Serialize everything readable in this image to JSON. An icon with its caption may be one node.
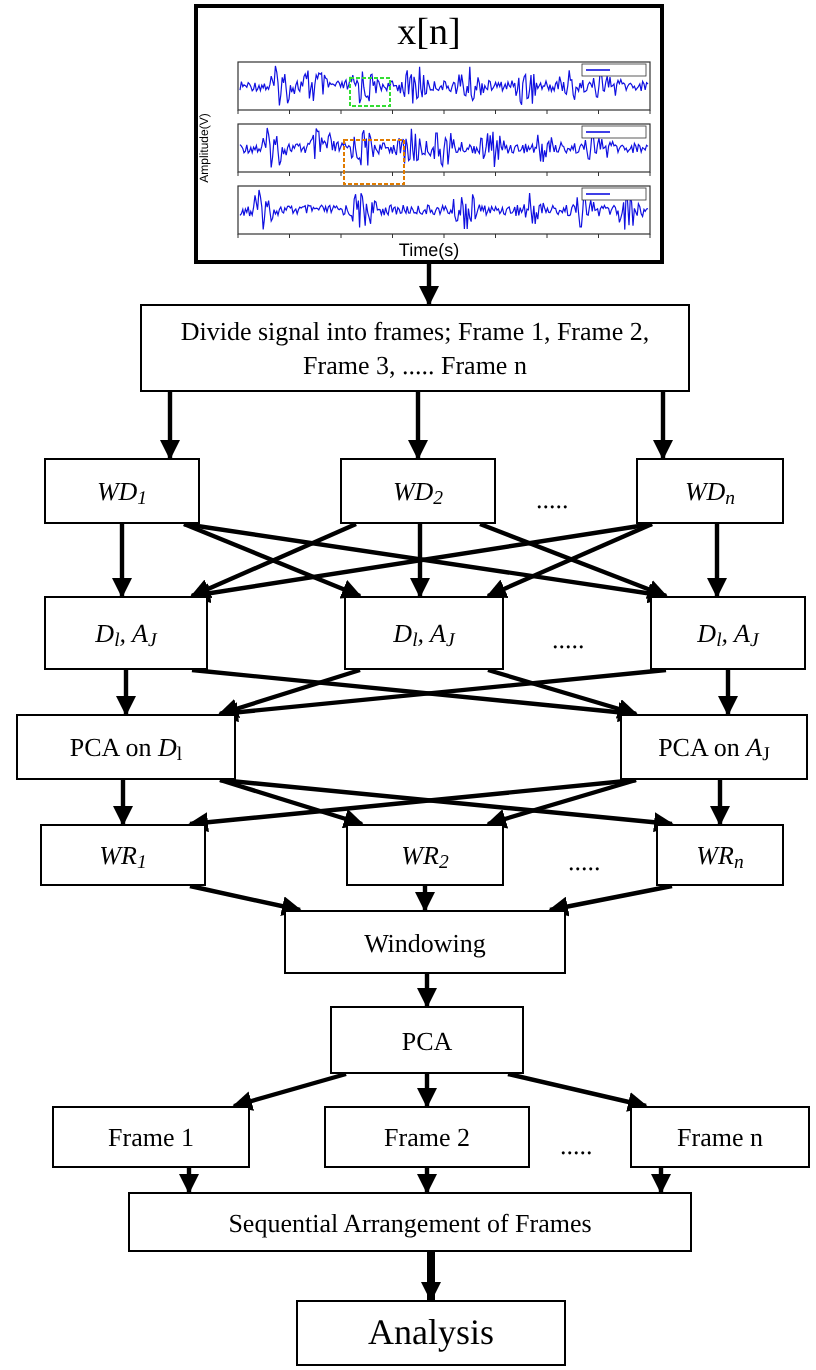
{
  "diagram": {
    "nodes": [
      {
        "text": [
          "x[n]"
        ]
      },
      {
        "text": [
          "Divide signal into frames; Frame 1, Frame 2, Frame 3, ..... Frame n"
        ]
      },
      {
        "text": [
          "WD$_{1}$"
        ]
      },
      {
        "text": [
          "WD$_{2}$"
        ]
      },
      {
        "text": [
          "WD$_{n}$"
        ]
      },
      {
        "text": [
          "D$_{l}$, A$_{J}$"
        ]
      },
      {
        "text": [
          "D$_{l}$, A$_{J}$"
        ]
      },
      {
        "text": [
          "D$_{l}$, A$_{J}$"
        ]
      },
      {
        "text": [
          "PCA on *D*$_{l}$"
        ]
      },
      {
        "text": [
          "PCA on *A*$_{J}$"
        ]
      },
      {
        "text": [
          "WR$_{1}$"
        ]
      },
      {
        "text": [
          "WR$_{2}$"
        ]
      },
      {
        "text": [
          "WR$_{n}$"
        ]
      },
      {
        "text": [
          "Windowing"
        ]
      },
      {
        "text": [
          "PCA"
        ]
      },
      {
        "text": [
          "Frame 1"
        ]
      },
      {
        "text": [
          "Frame 2"
        ]
      },
      {
        "text": [
          "Frame n"
        ]
      },
      {
        "text": [
          "Sequential Arrangement of Frames"
        ]
      },
      {
        "text": [
          "Analysis"
        ]
      }
    ],
    "edges": [
      {
        "from": 0,
        "to": 1,
        "arrow": "to"
      },
      {
        "from": 1,
        "to": 2,
        "arrow": "to"
      },
      {
        "from": 1,
        "to": 3,
        "arrow": "to"
      },
      {
        "from": 1,
        "to": 4,
        "arrow": "to"
      },
      {
        "from": 2,
        "to": 5,
        "arrow": "to"
      },
      {
        "from": 2,
        "to": 6,
        "arrow": "to"
      },
      {
        "from": 2,
        "to": 7,
        "arrow": "to"
      },
      {
        "from": 3,
        "to": 5,
        "arrow": "to"
      },
      {
        "from": 3,
        "to": 6,
        "arrow": "to"
      },
      {
        "from": 3,
        "to": 7,
        "arrow": "to"
      },
      {
        "from": 4,
        "to": 5,
        "arrow": "to"
      },
      {
        "from": 4,
        "to": 6,
        "arrow": "to"
      },
      {
        "from": 4,
        "to": 7,
        "arrow": "to"
      },
      {
        "from": 5,
        "to": 8,
        "arrow": "to"
      },
      {
        "from": 5,
        "to": 9,
        "arrow": "to"
      },
      {
        "from": 6,
        "to": 8,
        "arrow": "to"
      },
      {
        "from": 6,
        "to": 9,
        "arrow": "to"
      },
      {
        "from": 7,
        "to": 8,
        "arrow": "to"
      },
      {
        "from": 7,
        "to": 9,
        "arrow": "to"
      },
      {
        "from": 8,
        "to": 10,
        "arrow": "to"
      },
      {
        "from": 8,
        "to": 11,
        "arrow": "to"
      },
      {
        "from": 8,
        "to": 12,
        "arrow": "to"
      },
      {
        "from": 9,
        "to": 10,
        "arrow": "to"
      },
      {
        "from": 9,
        "to": 11,
        "arrow": "to"
      },
      {
        "from": 9,
        "to": 12,
        "arrow": "to"
      },
      {
        "from": 10,
        "to": 13,
        "arrow": "to"
      },
      {
        "from": 11,
        "to": 13,
        "arrow": "to"
      },
      {
        "from": 12,
        "to": 13,
        "arrow": "to"
      },
      {
        "from": 13,
        "to": 14,
        "arrow": "to"
      },
      {
        "from": 14,
        "to": 15,
        "arrow": "to"
      },
      {
        "from": 14,
        "to": 16,
        "arrow": "to"
      },
      {
        "from": 14,
        "to": 17,
        "arrow": "to"
      },
      {
        "from": 15,
        "to": 18,
        "arrow": "to"
      },
      {
        "from": 16,
        "to": 18,
        "arrow": "to"
      },
      {
        "from": 17,
        "to": 18,
        "arrow": "to"
      },
      {
        "from": 18,
        "to": 19,
        "arrow": "to",
        "style": "thick"
      }
    ],
    "labels": [
      "Amplitude(V)",
      "Time(s)",
      ".....",
      ".....",
      ".....",
      "....."
    ]
  }
}
